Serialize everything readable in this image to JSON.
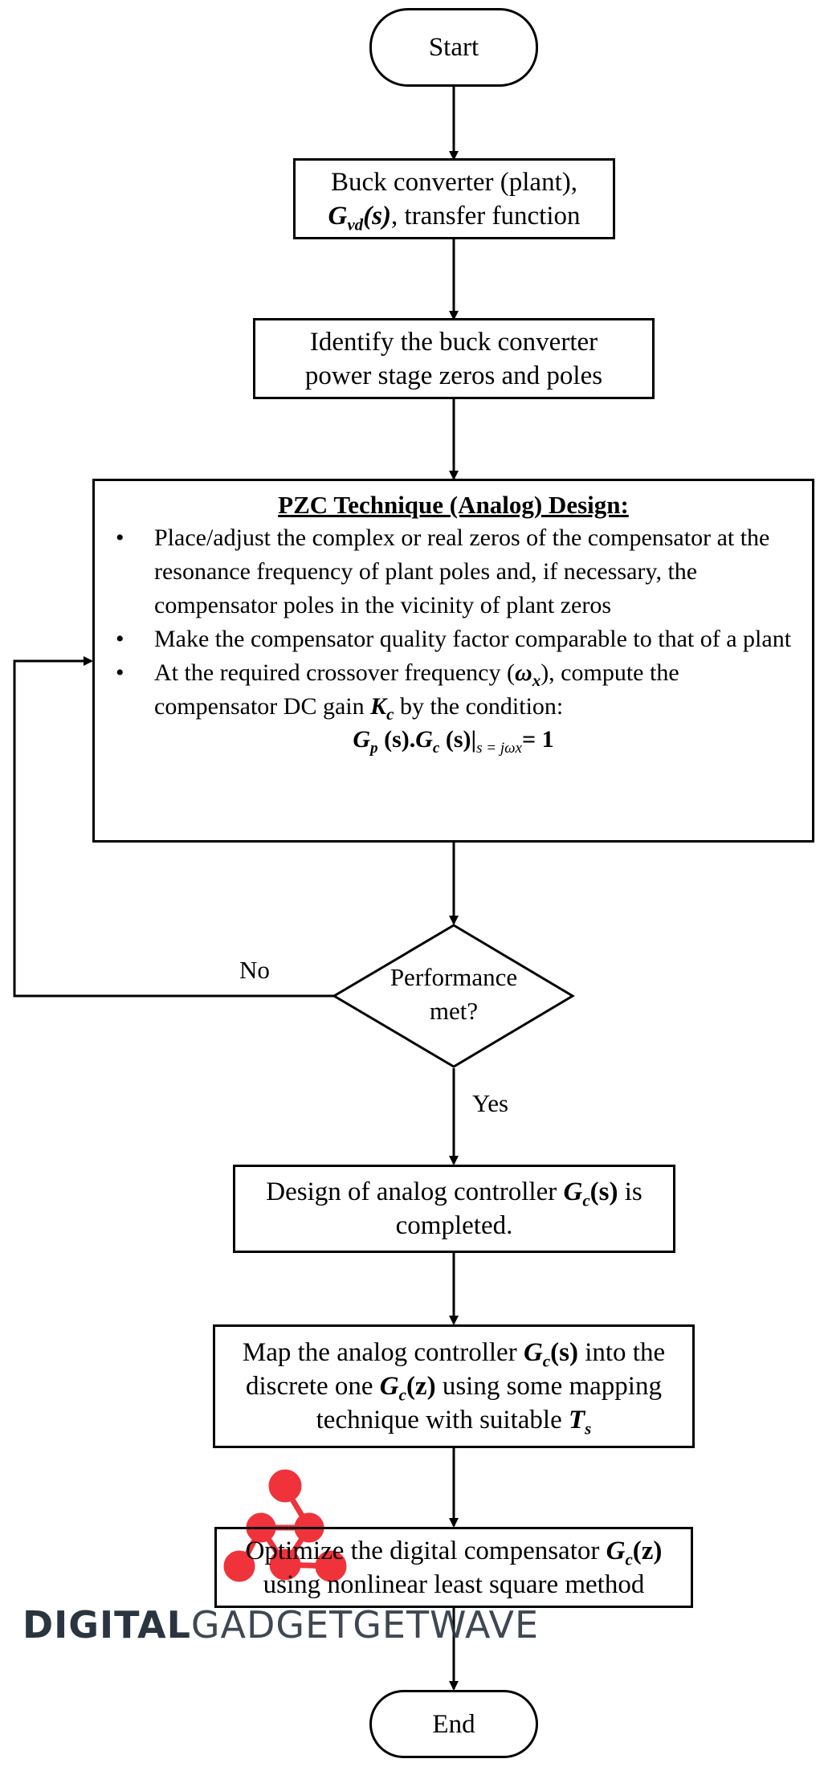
{
  "flowchart": {
    "start": "Start",
    "plant": {
      "line1": "Buck converter (plant),",
      "symbol": "G",
      "symbol_sub": "vd",
      "symbol_arg": "(s)",
      "rest": ", transfer function"
    },
    "identify": {
      "line1": "Identify the buck converter",
      "line2": "power stage zeros and poles"
    },
    "pzc": {
      "title": "PZC Technique (Analog) Design:",
      "bullet1": "Place/adjust the complex or real zeros of the compensator at the resonance frequency of plant poles and, if necessary, the compensator poles in the vicinity of plant zeros",
      "bullet2": "Make the compensator quality factor comparable to that of a plant",
      "bullet3_a": "At the required crossover frequency (",
      "bullet3_omega": "ω",
      "bullet3_omega_sub": "x",
      "bullet3_b": "), compute the compensator DC gain ",
      "bullet3_K": "K",
      "bullet3_K_sub": "c",
      "bullet3_c": " by the condition:",
      "eq_Gp": "G",
      "eq_Gp_sub": "p",
      "eq_mid": " (s).",
      "eq_Gc": "G",
      "eq_Gc_sub": "c",
      "eq_tail": " (s)|",
      "eq_eval": "s = jωx",
      "eq_rhs": "= 1"
    },
    "decision": {
      "line1": "Performance",
      "line2": "met?"
    },
    "no_label": "No",
    "yes_label": "Yes",
    "analog_done": {
      "pre": "Design of analog controller ",
      "G": "G",
      "G_sub": "c",
      "arg": "(s)",
      "post": " is",
      "line2": "completed."
    },
    "map": {
      "l1_pre": "Map the analog controller ",
      "l1_G": "G",
      "l1_sub": "c",
      "l1_arg": "(s)",
      "l1_post": " into the",
      "l2_pre": "discrete one ",
      "l2_G": "G",
      "l2_sub": "c",
      "l2_arg": "(z)",
      "l2_post": " using some mapping",
      "l3_pre": "technique with suitable ",
      "l3_T": "T",
      "l3_sub": "s"
    },
    "optimize": {
      "l1_pre": "Optimize the digital compensator ",
      "l1_G": "G",
      "l1_sub": "c",
      "l1_arg": "(z)",
      "line2": "using nonlinear least square method"
    },
    "end": "End"
  },
  "watermark": {
    "bold": "DIGITAL",
    "light": "GADGETGETWAVE"
  },
  "colors": {
    "logo": "#f0323a",
    "watermark_text": "#2b3540"
  }
}
